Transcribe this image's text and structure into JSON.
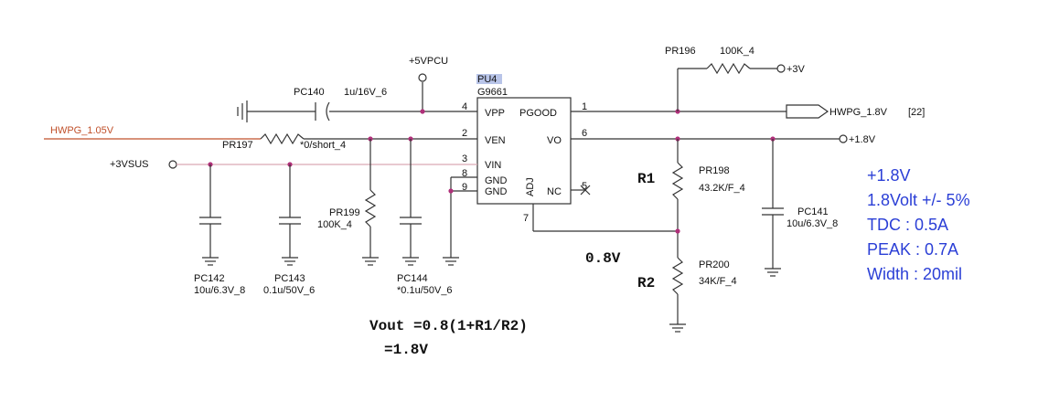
{
  "ic": {
    "ref": "PU4",
    "part": "G9661",
    "pins": {
      "vpp": "VPP",
      "pgood": "PGOOD",
      "ven": "VEN",
      "vo": "VO",
      "vin": "VIN",
      "gnd1": "GND",
      "gnd2": "GND",
      "adj": "ADJ",
      "nc": "NC"
    },
    "pin_numbers": {
      "p4": "4",
      "p1": "1",
      "p2": "2",
      "p6": "6",
      "p3": "3",
      "p8": "8",
      "p9": "9",
      "p5": "5",
      "p7": "7"
    }
  },
  "rails": {
    "vpcu": "+5VPCU",
    "v3sus": "+3VSUS",
    "v3": "+3V",
    "v18": "+1.8V"
  },
  "nets": {
    "hwpg_in": "HWPG_1.05V",
    "hwpg_out": "HWPG_1.8V",
    "hwpg_ref": "[22]"
  },
  "components": {
    "pc140": {
      "ref": "PC140",
      "value": "1u/16V_6"
    },
    "pr197": {
      "ref": "PR197",
      "value": "*0/short_4"
    },
    "pr199": {
      "ref": "PR199",
      "value": "100K_4"
    },
    "pc142": {
      "ref": "PC142",
      "value": "10u/6.3V_8"
    },
    "pc143": {
      "ref": "PC143",
      "value": "0.1u/50V_6"
    },
    "pc144": {
      "ref": "PC144",
      "value": "*0.1u/50V_6"
    },
    "pr196": {
      "ref": "PR196",
      "value": "100K_4"
    },
    "pr198": {
      "ref": "PR198",
      "value": "43.2K/F_4"
    },
    "pr200": {
      "ref": "PR200",
      "value": "34K/F_4"
    },
    "pc141": {
      "ref": "PC141",
      "value": "10u/6.3V_8"
    }
  },
  "annotations": {
    "r1": "R1",
    "r2": "R2",
    "vref": "0.8V",
    "formula_line1": "Vout =0.8(1+R1/R2)",
    "formula_line2": "=1.8V"
  },
  "notes": [
    "+1.8V",
    "1.8Volt +/- 5%",
    "TDC : 0.5A",
    "PEAK : 0.7A",
    "Width : 20mil"
  ],
  "colors": {
    "wire": "#333333",
    "net_input": "#c0502a",
    "junction": "#b0307a",
    "note_text": "#2b3fd6"
  }
}
